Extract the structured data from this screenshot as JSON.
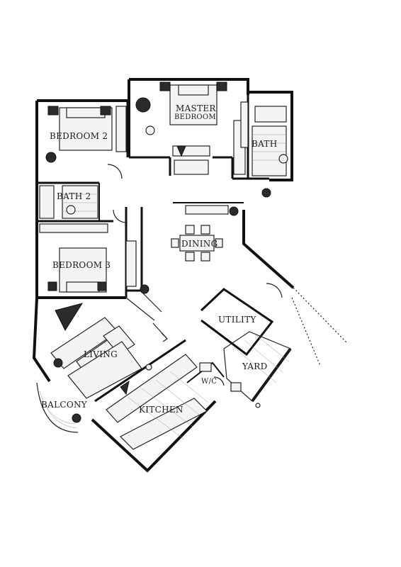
{
  "rooms": {
    "master_bedroom": "MASTER\nBEDROOM",
    "bedroom_2": "BEDROOM 2",
    "bath": "BATH",
    "bath_2": "BATH 2",
    "bedroom_3": "BEDROOM 3",
    "dining": "DINING",
    "utility": "UTILITY",
    "living": "LIVING",
    "yard": "YARD",
    "wc": "W/C",
    "balcony": "BALCONY",
    "kitchen": "KITCHEN"
  }
}
